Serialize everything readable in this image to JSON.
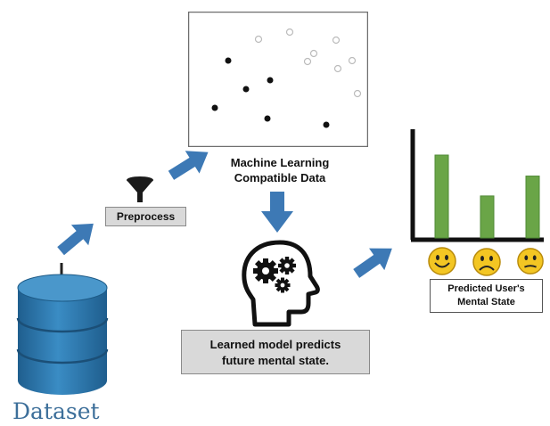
{
  "dataset": {
    "label": "Dataset"
  },
  "preprocess": {
    "label": "Preprocess"
  },
  "ml_data": {
    "line1": "Machine Learning",
    "line2": "Compatible Data"
  },
  "model": {
    "line1": "Learned model predicts",
    "line2": "future mental state."
  },
  "prediction": {
    "line1": "Predicted User's",
    "line2": "Mental State"
  },
  "colors": {
    "arrow": "#3d79b5",
    "cylinder": "#2f78ab",
    "bars": "#6aa547",
    "face": "#f3c623"
  },
  "chart_data": {
    "type": "bar",
    "categories": [
      "happy",
      "sad",
      "neutral"
    ],
    "values": [
      0.75,
      0.38,
      0.56
    ],
    "title": "",
    "xlabel": "",
    "ylabel": ""
  }
}
